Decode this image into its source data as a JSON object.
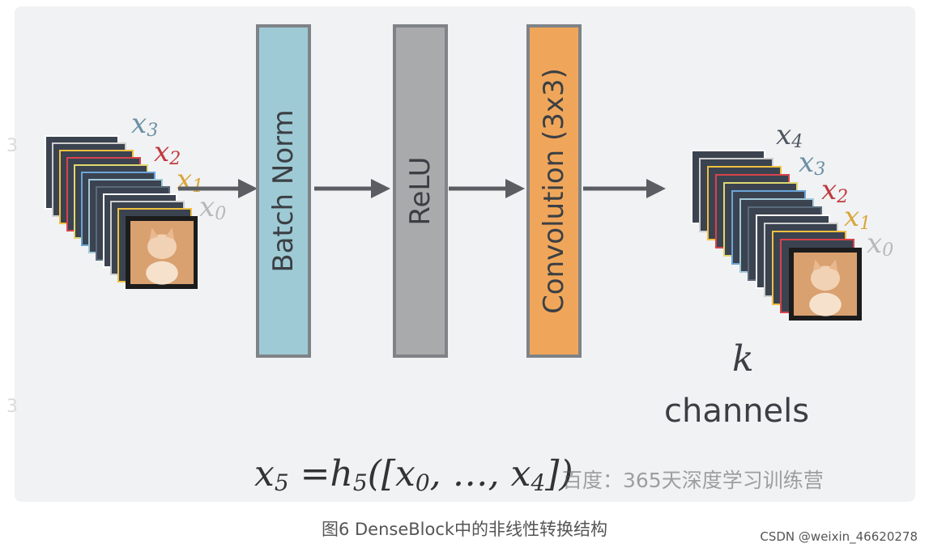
{
  "diagram": {
    "blocks": [
      {
        "label": "Batch Norm",
        "color": "#9ecad5"
      },
      {
        "label": "ReLU",
        "color": "#a9aaab"
      },
      {
        "label": "Convolution (3x3)",
        "color": "#f0a65a"
      }
    ],
    "input_stack": {
      "labels": [
        {
          "text": "x",
          "sub": "3",
          "color": "#6b8fa3"
        },
        {
          "text": "x",
          "sub": "2",
          "color": "#c03a3e"
        },
        {
          "text": "x",
          "sub": "1",
          "color": "#d8a63a"
        },
        {
          "text": "x",
          "sub": "0",
          "color": "#b8b8b8"
        }
      ]
    },
    "output_stack": {
      "labels": [
        {
          "text": "x",
          "sub": "4",
          "color": "#4e5560"
        },
        {
          "text": "x",
          "sub": "3",
          "color": "#6b8fa3"
        },
        {
          "text": "x",
          "sub": "2",
          "color": "#c03a3e"
        },
        {
          "text": "x",
          "sub": "1",
          "color": "#d8a63a"
        },
        {
          "text": "x",
          "sub": "0",
          "color": "#b8b8b8"
        }
      ]
    },
    "k_label": "k",
    "channels_label": "channels",
    "formula": "x5 =h5([x0, …, x4])",
    "ghost_marks": [
      "3",
      "3"
    ]
  },
  "watermark": "百度：365天深度学习训练营",
  "caption": "图6 DenseBlock中的非线性转换结构",
  "credit": "CSDN @weixin_46620278",
  "colors": {
    "arrow": "#5a5d61",
    "block_border": "#7f8387",
    "layer_lines": [
      "#ffffff",
      "#cfcfcf",
      "#f0c040",
      "#d9434b",
      "#e0d870",
      "#6aa5d8",
      "#a0c8d8",
      "#5a6b7b"
    ]
  }
}
